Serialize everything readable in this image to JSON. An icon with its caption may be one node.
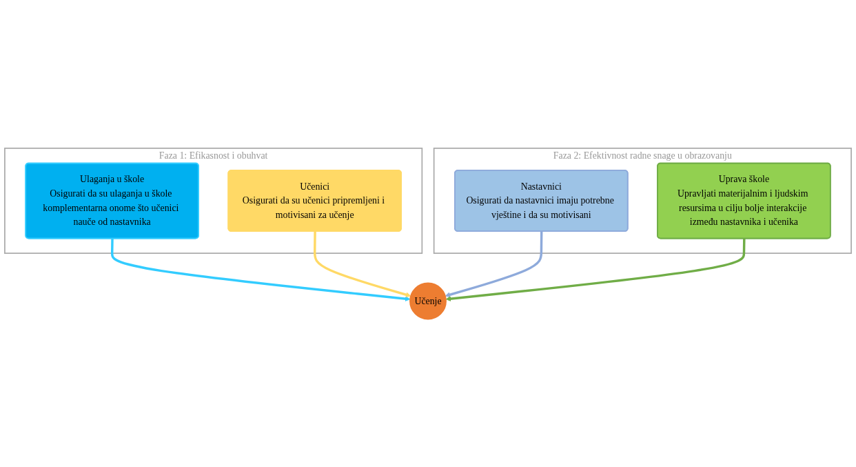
{
  "diagram": {
    "nodes": [
      {
        "text": [
          "Faza 1: Efikasnost i obuhvat"
        ]
      },
      {
        "text": [
          "Ulaganja u škole",
          "Osigurati da su ulaganja u škole komplementarna onome što učenici nauče od nastavnika"
        ],
        "in": 0
      },
      {
        "text": [
          "Učenici",
          "Osigurati da su učenici pripremljeni i motivisani za učenje"
        ],
        "in": 0
      },
      {
        "text": [
          "Faza 2: Efektivnost radne snage u obrazovanju"
        ]
      },
      {
        "text": [
          "Nastavnici",
          "Osigurati da nastavnici imaju potrebne vještine i da su motivisani"
        ],
        "in": 3
      },
      {
        "text": [
          "Uprava škole",
          "Upravljati materijalnim i ljudskim resursima u cilju bolje interakcije između nastavnika i učenika"
        ],
        "in": 3
      },
      {
        "text": [
          "Učenje"
        ]
      }
    ],
    "edges": [
      {
        "from": 1,
        "to": 6,
        "arrow": "to",
        "color": "#33ccff"
      },
      {
        "from": 2,
        "to": 6,
        "arrow": "to",
        "color": "#ffd966"
      },
      {
        "from": 4,
        "to": 6,
        "arrow": "to",
        "color": "#8eaadb"
      },
      {
        "from": 5,
        "to": 6,
        "arrow": "to",
        "color": "#70ad47"
      }
    ]
  }
}
